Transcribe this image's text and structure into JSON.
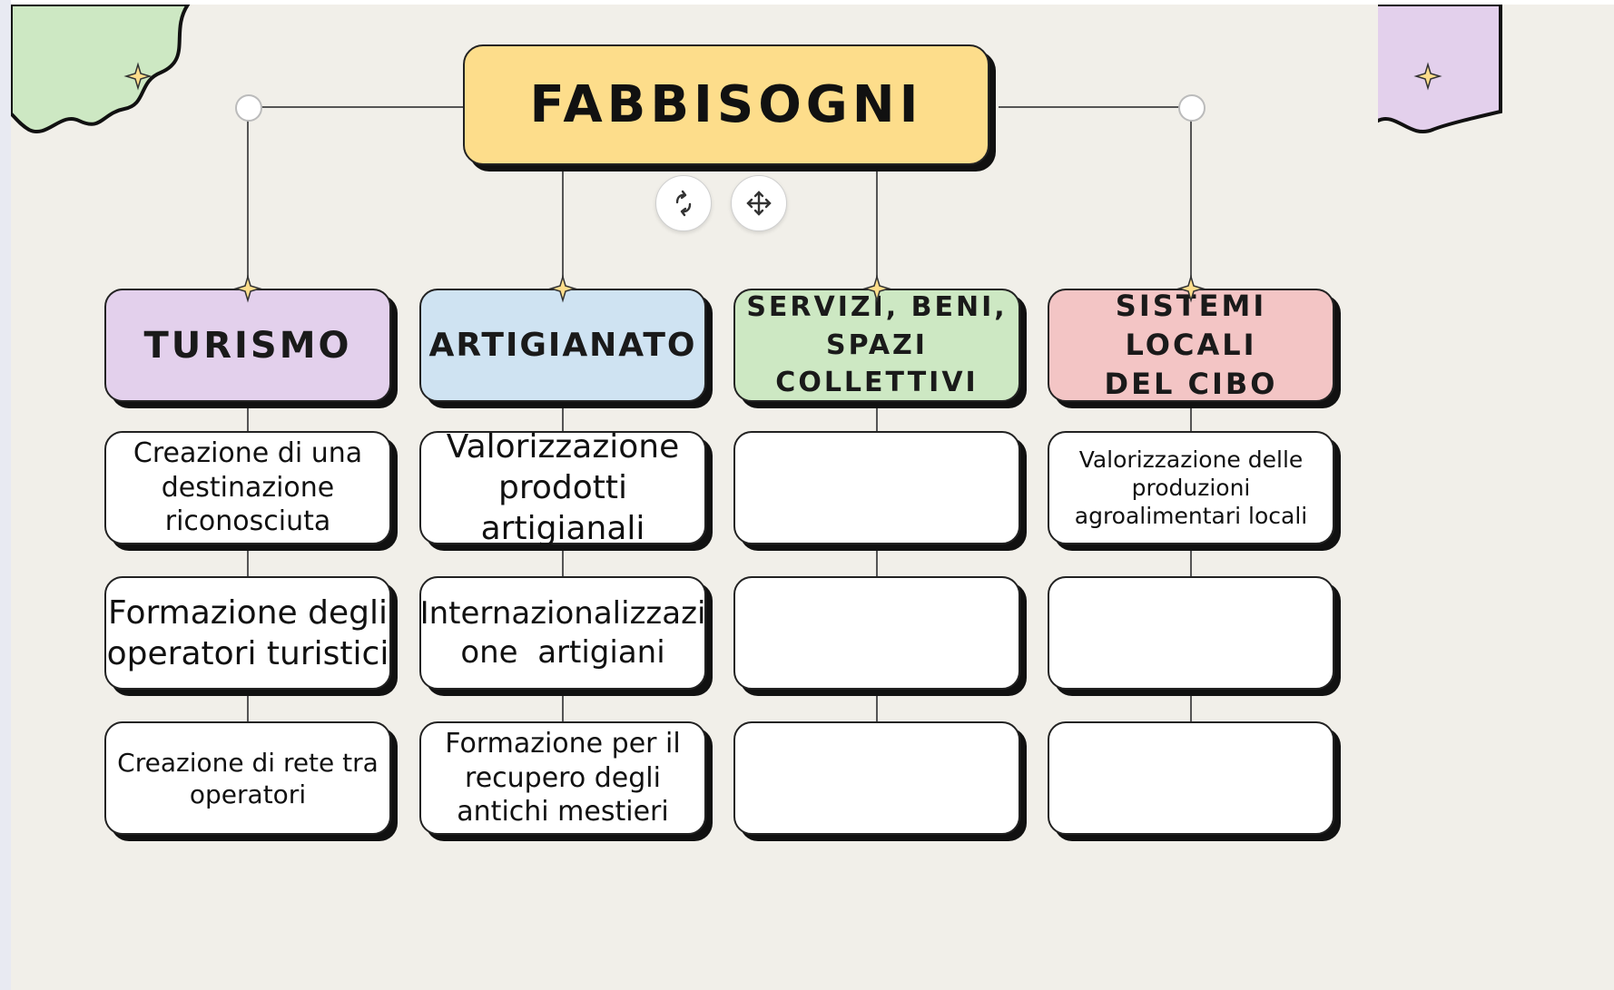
{
  "title": "FABBISOGNI",
  "handles": {
    "rotate_icon": "rotate-icon",
    "move_icon": "move-icon"
  },
  "colors": {
    "title": "#fddd8b",
    "turismo": "#e3d0ec",
    "artigianato": "#cfe3f2",
    "servizi": "#cde8c3",
    "cibo": "#f3c5c5",
    "blob_left": "#cde8c3",
    "blob_right": "#e3d0ec"
  },
  "columns": [
    {
      "header": [
        "TURISMO"
      ],
      "cells": [
        [
          "Creazione di una",
          "destinazione",
          "riconosciuta"
        ],
        [
          "Formazione degli",
          "operatori turistici"
        ],
        [
          "Creazione di rete tra",
          "operatori"
        ]
      ]
    },
    {
      "header": [
        "ARTIGIANATO"
      ],
      "cells": [
        [
          "Valorizzazione",
          "prodotti artigianali"
        ],
        [
          "Internazionalizzazi",
          "one  artigiani"
        ],
        [
          "Formazione per il",
          "recupero degli",
          "antichi mestieri"
        ]
      ]
    },
    {
      "header": [
        "SERVIZI, BENI,",
        "SPAZI",
        "COLLETTIVI"
      ],
      "cells": [
        [],
        [],
        []
      ]
    },
    {
      "header": [
        "SISTEMI LOCALI",
        "DEL CIBO"
      ],
      "cells": [
        [
          "Valorizzazione delle",
          "produzioni",
          "agroalimentari locali"
        ],
        [],
        []
      ]
    }
  ]
}
